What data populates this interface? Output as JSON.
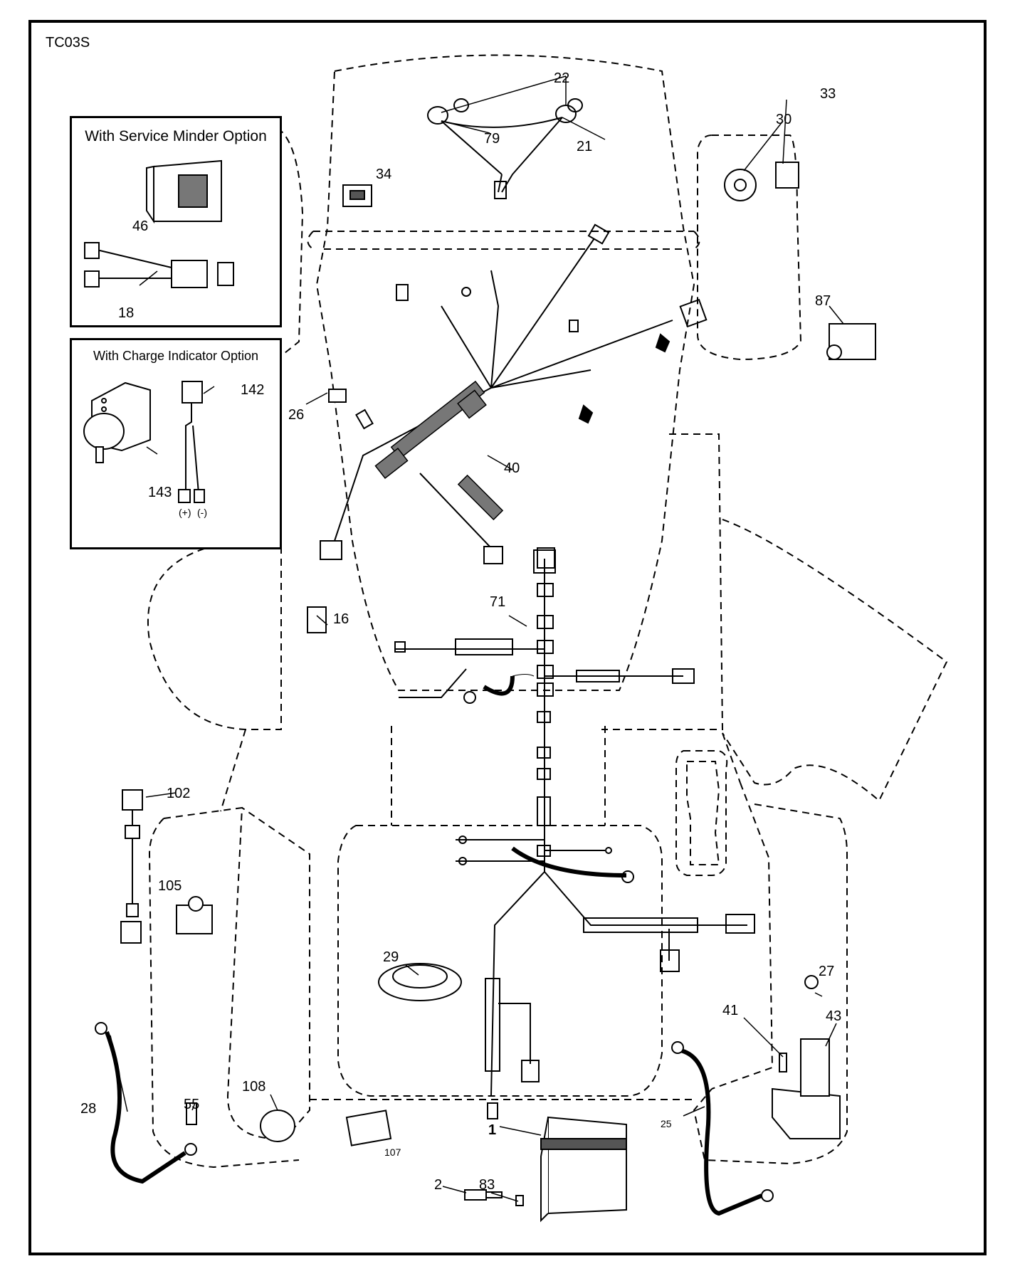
{
  "drawing_code": "TC03S",
  "insets": {
    "service_minder": {
      "title": "With Service Minder Option"
    },
    "charge_indicator": {
      "title": "With Charge Indicator Option",
      "plus": "(+)",
      "minus": "(-)"
    }
  },
  "callouts": {
    "c1": "1",
    "c2": "2",
    "c16": "16",
    "c18": "18",
    "c21": "21",
    "c22": "22",
    "c25": "25",
    "c26": "26",
    "c27": "27",
    "c28": "28",
    "c29": "29",
    "c30": "30",
    "c33": "33",
    "c34": "34",
    "c40": "40",
    "c41": "41",
    "c43": "43",
    "c46": "46",
    "c55": "55",
    "c71": "71",
    "c79": "79",
    "c83": "83",
    "c87": "87",
    "c102": "102",
    "c105": "105",
    "c107": "107",
    "c108": "108",
    "c142": "142",
    "c143": "143"
  }
}
